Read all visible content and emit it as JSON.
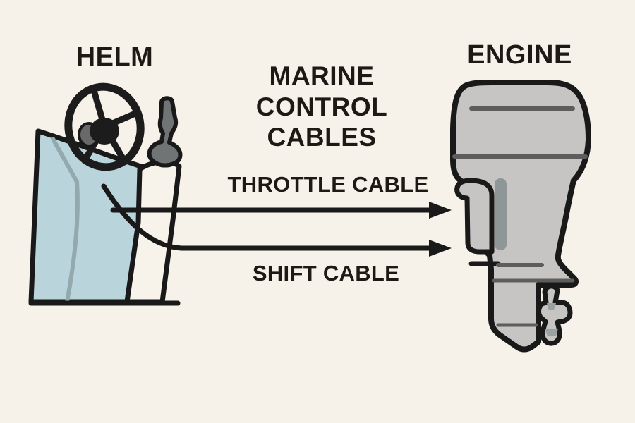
{
  "title": "MARINE CONTROL CABLES",
  "nodes": {
    "helm": "HELM",
    "engine": "ENGINE"
  },
  "cables": [
    {
      "label": "THROTTLE CABLE"
    },
    {
      "label": "SHIFT CABLE"
    }
  ],
  "icons": {
    "helm": "steering-console-with-wheel-and-throttle-lever",
    "engine": "outboard-motor-with-propeller",
    "arrows": "right-pointing-cable-arrows"
  },
  "colors": {
    "background": "#f6f1e9",
    "outline": "#191919",
    "text": "#1d1a15",
    "console_blue": "#bad4dc",
    "console_crease": "#92a9ad",
    "mount_cream": "#f7f2ea",
    "lever_gray": "#707475",
    "wheel_black": "#1c1c1c",
    "wheel_side_disc": "#696969",
    "engine_gray": "#c6c5c3",
    "engine_dark_line": "#5d5d5d",
    "bracket_strip": "#8f9697",
    "prop_shade": "#9ba1a1"
  }
}
